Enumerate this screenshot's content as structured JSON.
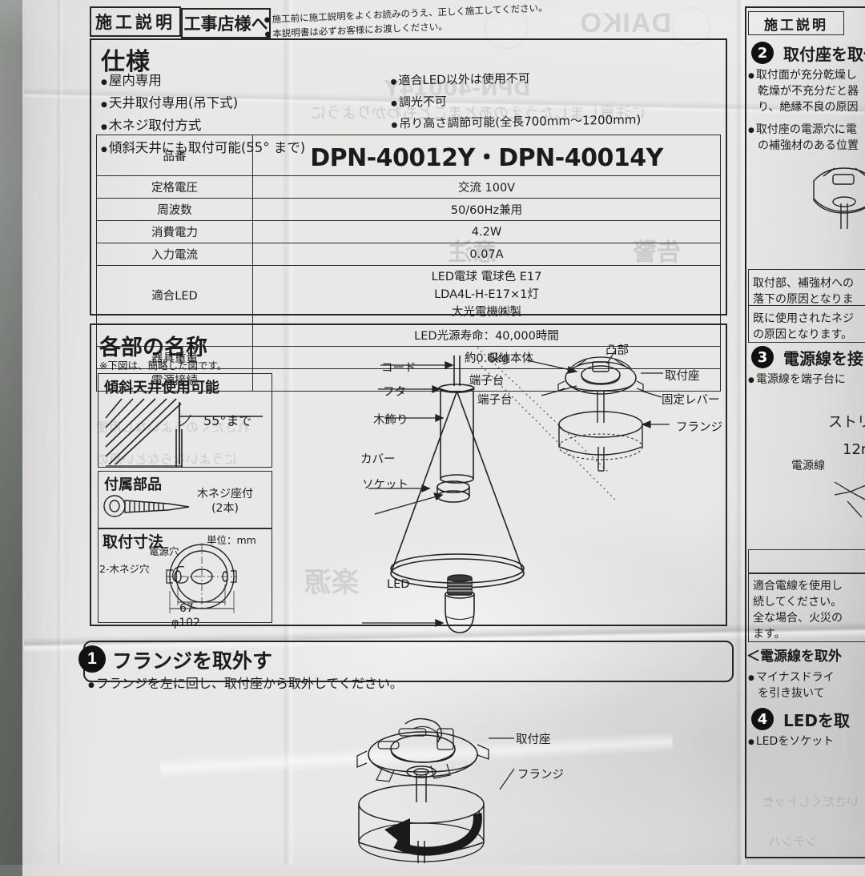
{
  "document": {
    "type": "installation-instruction-sheet",
    "brand": "DAIKO",
    "header_tag_left": "施工説明",
    "header_tag_right": "工事店様へ",
    "header_notes": [
      "施工前に施工説明をよくお読みのうえ、正しく施工してください。",
      "本説明書は必ずお客様にお渡しください。"
    ]
  },
  "spec": {
    "title": "仕様",
    "bullets_left": [
      "屋内専用",
      "天井取付専用(吊下式)",
      "木ネジ取付方式",
      "傾斜天井にも取付可能(55° まで)"
    ],
    "bullets_right": [
      "適合LED以外は使用不可",
      "調光不可",
      "吊り高さ調節可能(全長700mm～1200mm)"
    ],
    "table": [
      {
        "label": "品番",
        "value": "DPN-40012Y・DPN-40014Y",
        "model": true
      },
      {
        "label": "定格電圧",
        "value": "交流  100V"
      },
      {
        "label": "周波数",
        "value": "50/60Hz兼用"
      },
      {
        "label": "消費電力",
        "value": "4.2W"
      },
      {
        "label": "入力電流",
        "value": "0.07A"
      },
      {
        "label": "適合LED",
        "value": "LED電球  電球色  E17\nLDA4L-H-E17×1灯\n大光電機㈱製"
      },
      {
        "label": "",
        "value": "LED光源寿命：40,000時間"
      },
      {
        "label": "器具重量",
        "value": "約0.6kg"
      },
      {
        "label": "電源接続",
        "value": "端子台"
      }
    ]
  },
  "parts": {
    "title": "各部の名称",
    "subtitle": "※下図は、簡略した図です。",
    "slope": {
      "title": "傾斜天井使用可能",
      "value": "55°まで"
    },
    "accessory": {
      "title": "付属部品",
      "label_line1": "木ネジ座付",
      "label_line2": "(2本)"
    },
    "dimensions": {
      "title": "取付寸法",
      "unit": "単位：mm",
      "power_hole": "電源穴",
      "screw_holes": "2-木ネジ穴",
      "dim_inner": "67",
      "dim_outer": "φ102"
    },
    "labels": {
      "cord": "コード",
      "lid": "フタ",
      "wood_trim": "木飾り",
      "cover": "カバー",
      "socket": "ソケット",
      "led": "LED",
      "body": "収納本体",
      "boss": "凸部",
      "mount_base": "取付座",
      "terminal_block": "端子台",
      "lock_lever": "固定レバー",
      "flange": "フランジ"
    }
  },
  "step1": {
    "number": "1",
    "title": "フランジを取外す",
    "body": "フランジを左に回し、取付座から取外してください。"
  },
  "bottom_figure": {
    "label_mount_base": "取付座",
    "label_flange": "フランジ"
  },
  "right_column": {
    "tag": "施工説明",
    "step2": {
      "number": "2",
      "title": "取付座を取付",
      "lines": [
        "取付面が充分乾燥し",
        "乾燥が不充分だと器",
        "り、絶縁不良の原因",
        "取付座の電源穴に電",
        "の補強材のある位置"
      ]
    },
    "caution_box": [
      "取付部、補強材への",
      "落下の原因となりま",
      "既に使用されたネジ",
      "の原因となります。"
    ],
    "step3": {
      "number": "3",
      "title": "電源線を接",
      "lines": [
        "電源線を端子台に"
      ],
      "strip_label": "ストリ",
      "strip_value": "12m",
      "wire_label": "電源線"
    },
    "warning_box": [
      "適合電線を使用し",
      "続してください。",
      "全な場合、火災の",
      "ます。"
    ],
    "remove_heading": "＜電源線を取外",
    "remove_lines": [
      "マイナスドライ",
      "を引き抜いて"
    ],
    "step4": {
      "number": "4",
      "title": "LEDを取",
      "lines": [
        "LEDをソケット"
      ]
    }
  },
  "colors": {
    "paper": "#e8e8e6",
    "ink": "#1c1c1c",
    "backdrop": "#6d7270"
  }
}
